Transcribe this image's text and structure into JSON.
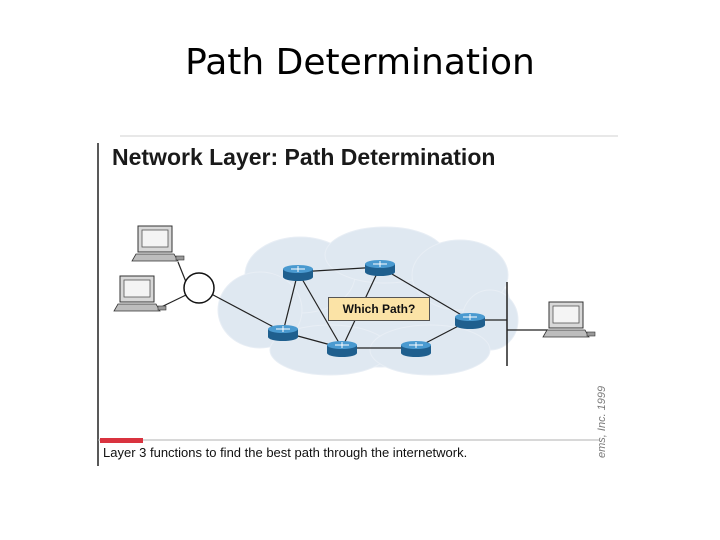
{
  "slide": {
    "title": "Path Determination"
  },
  "figure": {
    "title": "Network Layer: Path Determination",
    "label": "Which Path?",
    "caption": "Layer 3 functions to find the best path through the internetwork.",
    "copyright": "ems, Inc. 1999"
  },
  "colors": {
    "accent_red": "#d9333f",
    "cloud": "#dfe8f1",
    "router": "#2f7fb5",
    "label_bg": "#fbe3a6"
  }
}
